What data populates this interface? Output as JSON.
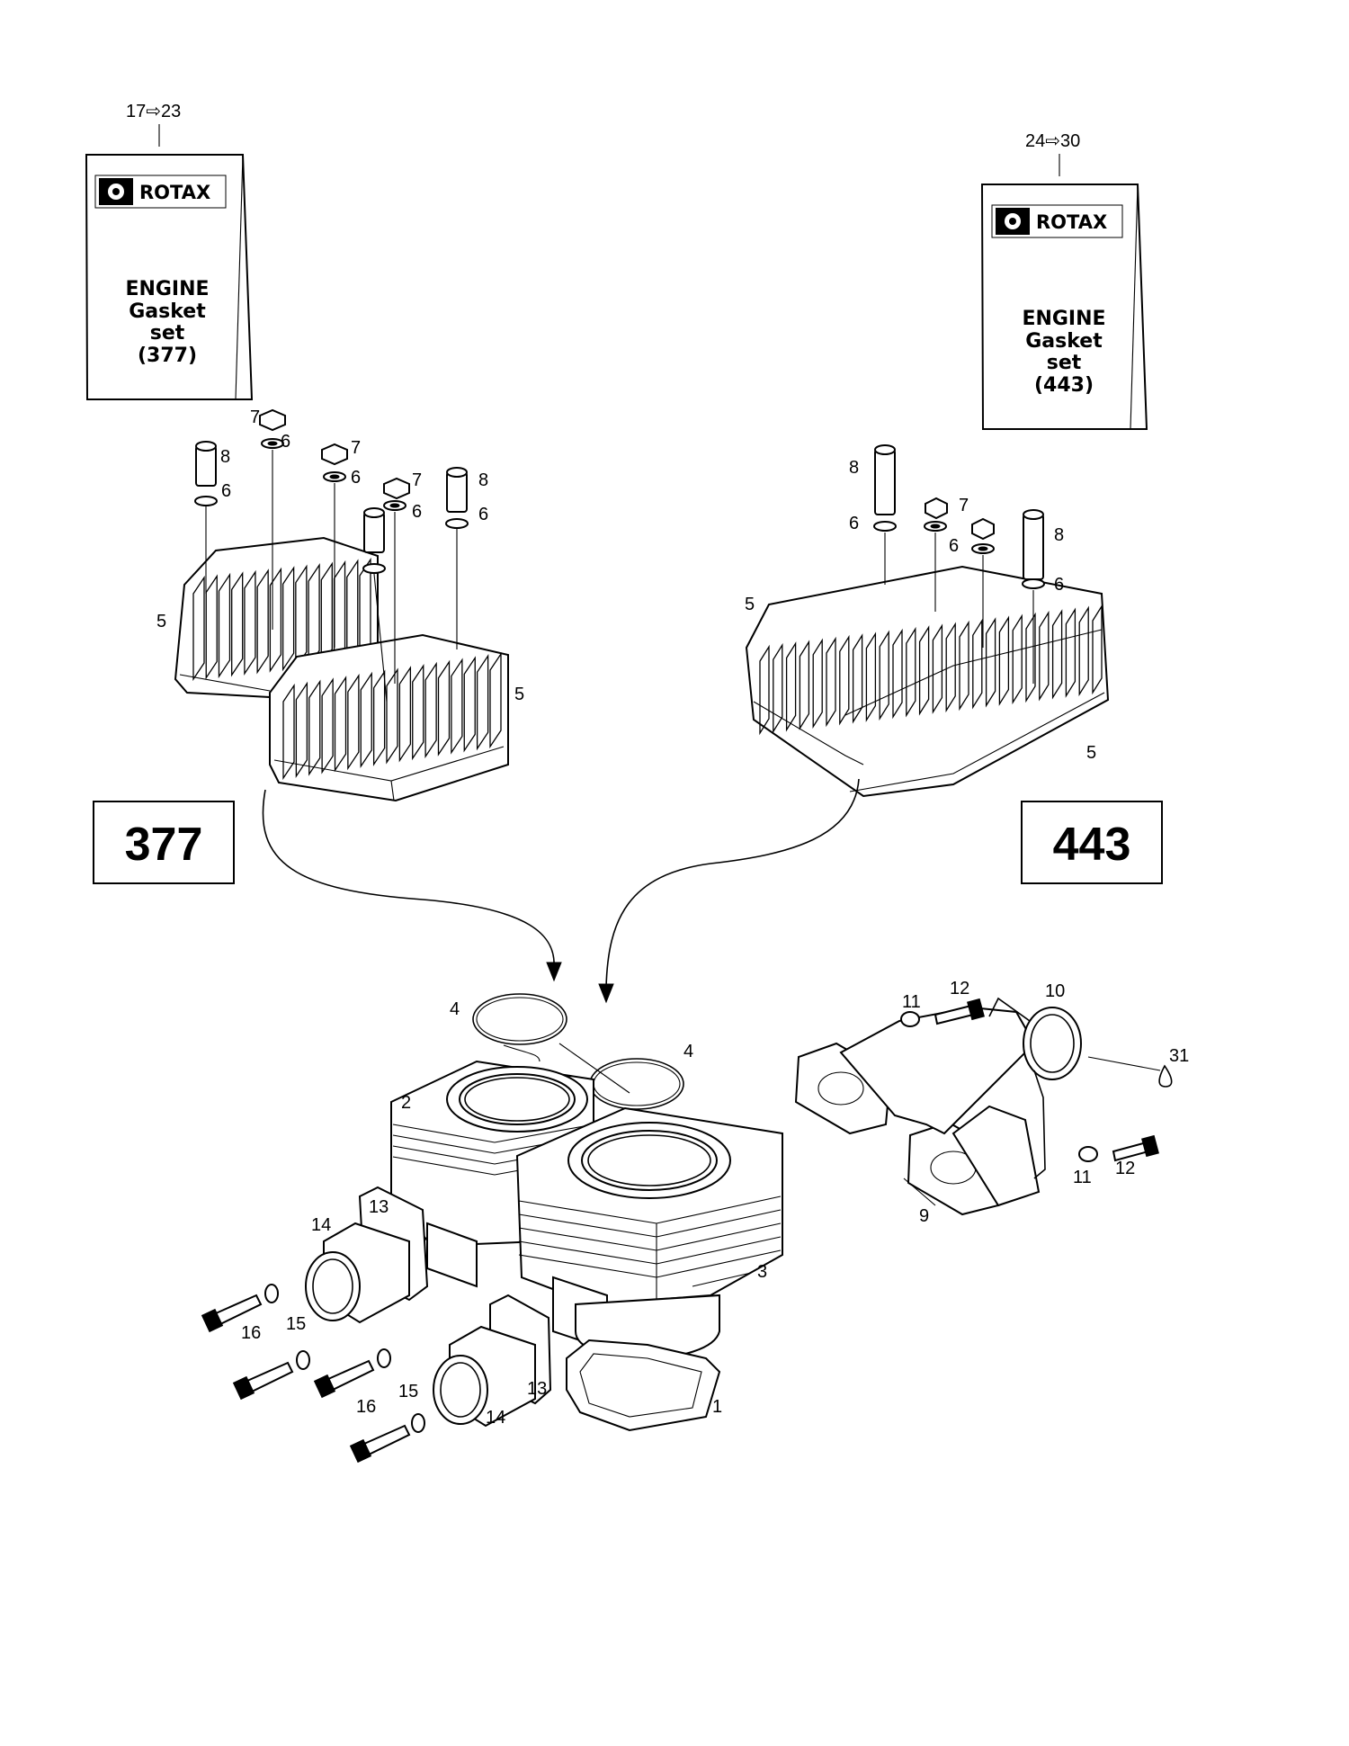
{
  "kits": [
    {
      "range": "17⇨23",
      "brand": "ROTAX",
      "line1": "ENGINE",
      "line2": "Gasket",
      "line3": "set",
      "line4": "(377)"
    },
    {
      "range": "24⇨30",
      "brand": "ROTAX",
      "line1": "ENGINE",
      "line2": "Gasket",
      "line3": "set",
      "line4": "(443)"
    }
  ],
  "models": [
    "377",
    "443"
  ],
  "callouts": {
    "c1": "1",
    "c2": "2",
    "c3": "3",
    "c4a": "4",
    "c4b": "4",
    "c5a": "5",
    "c5b": "5",
    "c5c": "5",
    "c5d": "5",
    "c6a": "6",
    "c6b": "6",
    "c6c": "6",
    "c6d": "6",
    "c6e": "6",
    "c6f": "6",
    "c6g": "6",
    "c6h": "6",
    "c7a": "7",
    "c7b": "7",
    "c7c": "7",
    "c7d": "7",
    "c8a": "8",
    "c8b": "8",
    "c8c": "8",
    "c8d": "8",
    "c9": "9",
    "c10": "10",
    "c11a": "11",
    "c11b": "11",
    "c12a": "12",
    "c12b": "12",
    "c13a": "13",
    "c13b": "13",
    "c14a": "14",
    "c14b": "14",
    "c15a": "15",
    "c15b": "15",
    "c16a": "16",
    "c16b": "16",
    "c31": "31"
  }
}
